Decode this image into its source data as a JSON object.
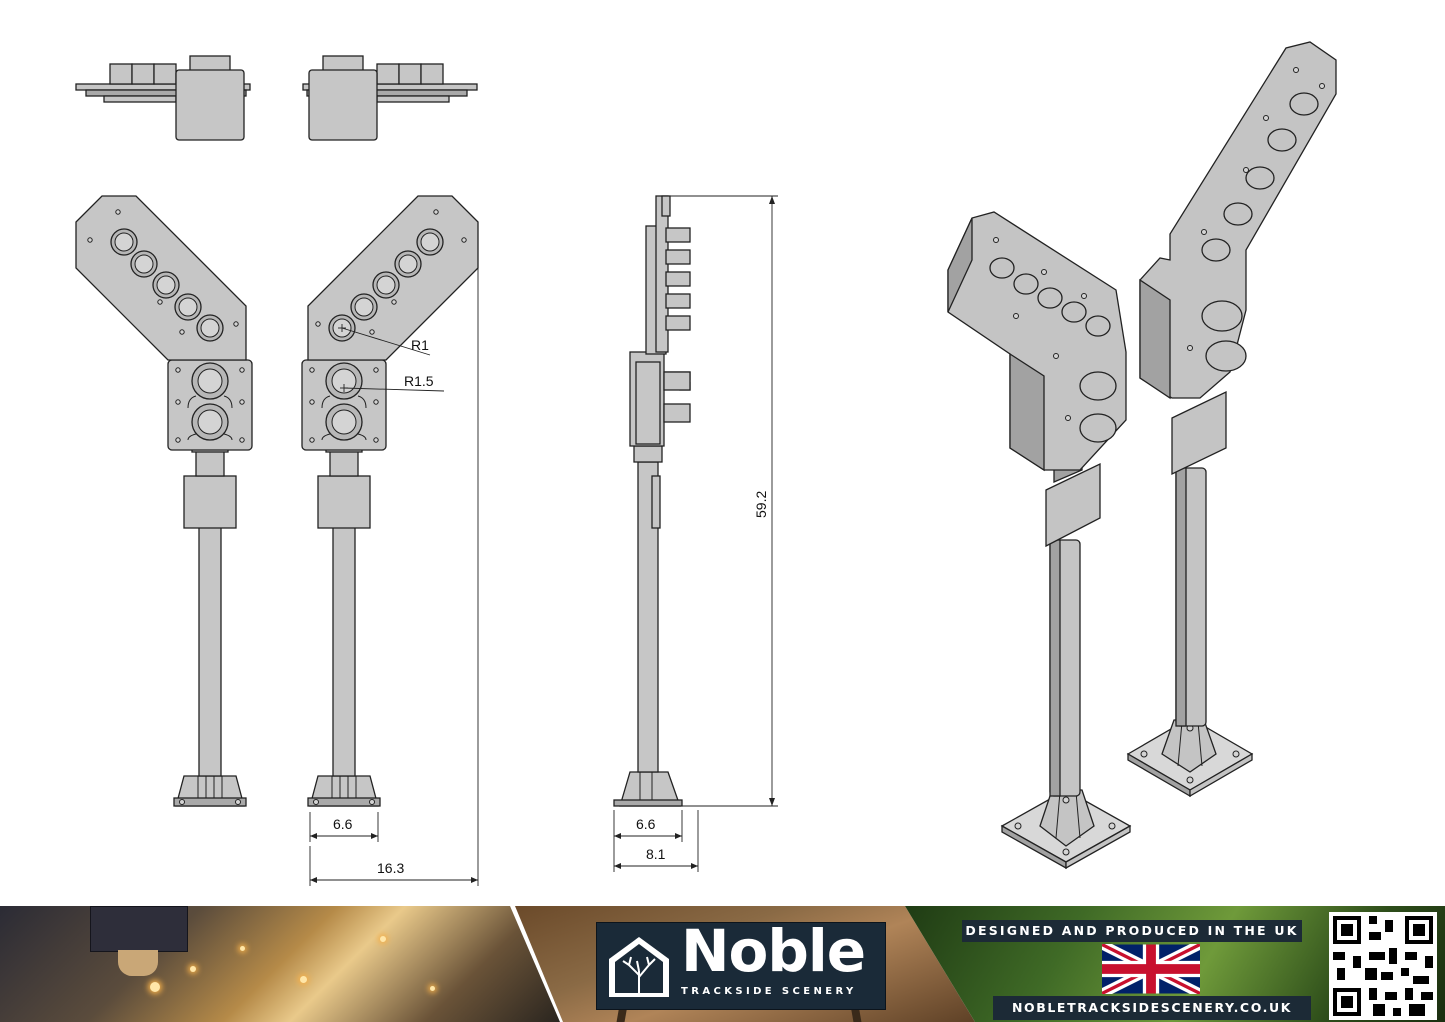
{
  "dimensions": {
    "r1": "R1",
    "r15": "R1.5",
    "base_width_front": "6.6",
    "overall_width": "16.3",
    "height": "59.2",
    "base_width_side": "6.6",
    "base_depth_side": "8.1"
  },
  "footer": {
    "logo_word": "Noble",
    "logo_sub": "TRACKSIDE SCENERY",
    "designed": "DESIGNED AND PRODUCED IN THE UK",
    "url": "NOBLETRACKSIDESCENERY.CO.UK"
  },
  "colors": {
    "part_fill": "#c6c6c6",
    "line": "#222222",
    "footer_navy": "#1c2a36",
    "flag_blue": "#012169",
    "flag_red": "#C8102E"
  }
}
